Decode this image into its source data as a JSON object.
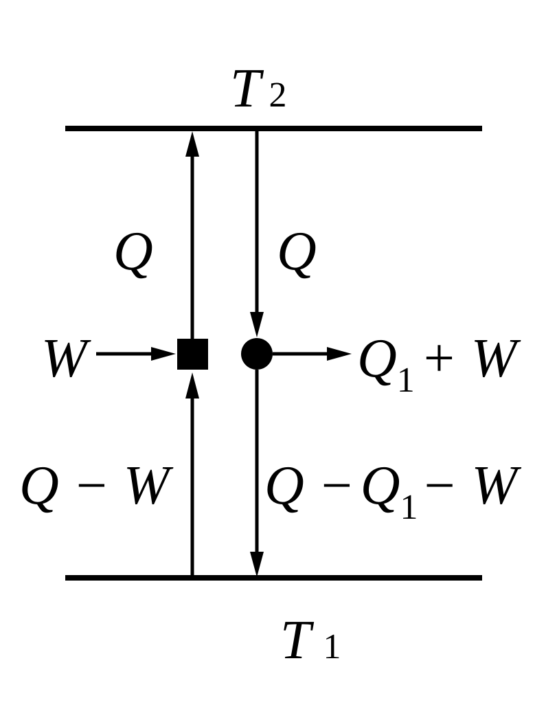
{
  "diagram": {
    "hot_reservoir": {
      "symbol": "T",
      "subscript": "2"
    },
    "cold_reservoir": {
      "symbol": "T",
      "subscript": "1"
    },
    "left_device": {
      "work_in": "W",
      "heat_to_hot": "Q",
      "heat_from_cold": "Q − W"
    },
    "right_device": {
      "heat_from_hot": "Q",
      "output": {
        "first": "Q",
        "first_sub": "1",
        "rest": "+ W"
      },
      "heat_to_cold": {
        "first": "Q −",
        "second": "Q",
        "second_sub": "1",
        "rest": "− W"
      }
    }
  }
}
